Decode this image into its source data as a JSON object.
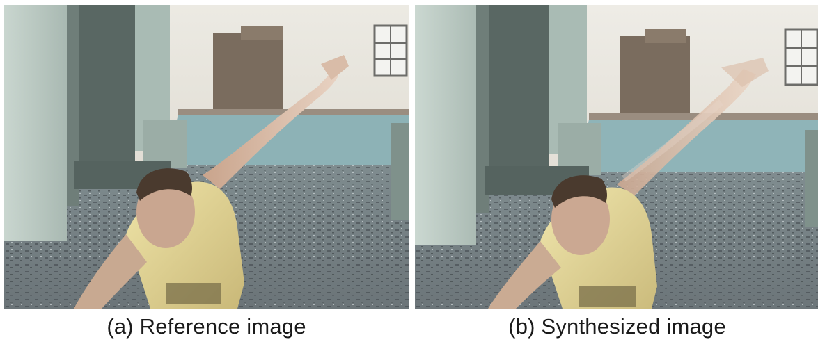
{
  "figure": {
    "panels": [
      {
        "id": "a",
        "caption": "(a) Reference image"
      },
      {
        "id": "b",
        "caption": "(b) Synthesized image"
      }
    ]
  }
}
